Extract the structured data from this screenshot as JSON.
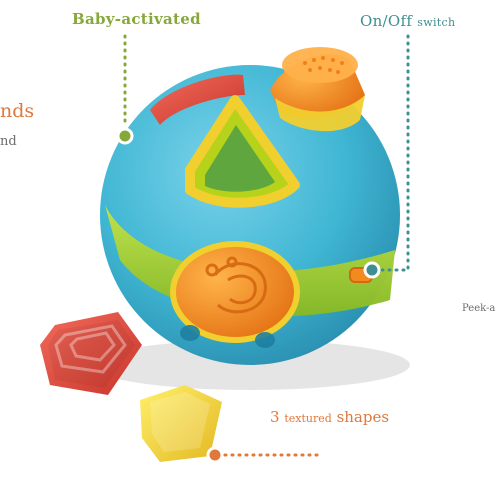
{
  "callouts": {
    "baby_activated": {
      "text": "Baby-activated"
    },
    "on_off": {
      "text": "On/Off",
      "suffix": "switch"
    },
    "left_fragment_1": {
      "text": "nds"
    },
    "left_fragment_2": {
      "text": "nd"
    },
    "peek_fragment": {
      "text": "Peek-a"
    },
    "shapes": {
      "number": "3",
      "middle": "textured",
      "end": "shapes"
    }
  },
  "colors": {
    "green_text": "#86a83a",
    "teal_text": "#3f8f92",
    "orange_text": "#e0783a",
    "grey_text": "#6d6d6d",
    "green_dot": "#86a83a",
    "teal_dot": "#3f8f92",
    "orange_dot": "#e0783a",
    "ball_blue": "#3fb6d3",
    "ball_green": "#a6cc2c",
    "ball_orange": "#f28a1e",
    "ball_red": "#e3483b",
    "ball_yellow": "#f1cf2f"
  },
  "icons": {
    "toy": "shape-sorter-ball-photo",
    "red_block": "red-cube-block",
    "yellow_block": "yellow-triangle-block"
  }
}
